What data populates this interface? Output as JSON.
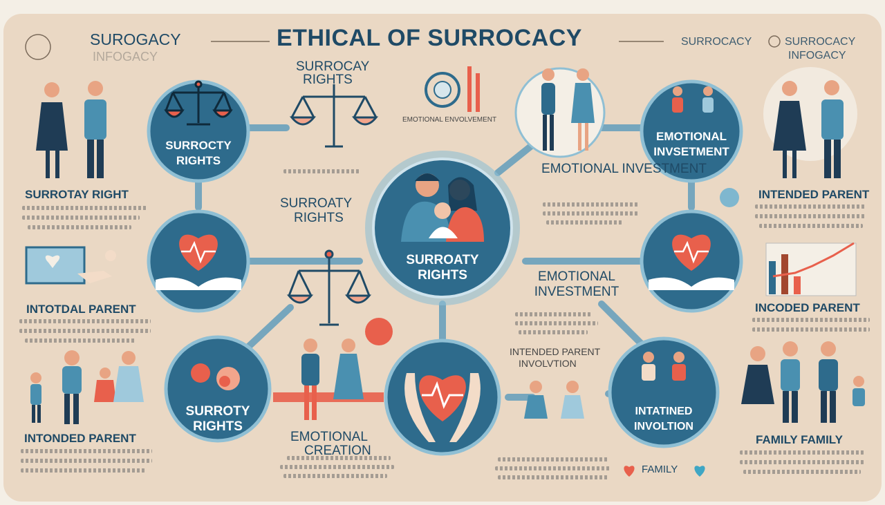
{
  "header": {
    "left_title_line1": "SUROGACY",
    "left_title_line2": "INFOGACY",
    "main_title": "ETHICAL OF SURROCACY",
    "right_label": "SURROCACY",
    "right_title_line1": "SURROCACY",
    "right_title_line2": "INFOGACY"
  },
  "nodes": {
    "left_top_circle": "SURROCTY RIGHTS",
    "scale_top_label_line1": "SURROCAY",
    "scale_top_label_line2": "RIGHTS",
    "emotional_envolvement": "EMOTIONAL ENVOLVEMENT",
    "surrotay_right": "SURROTAY RIGHT",
    "surroaty_rights_mid_line1": "SURROATY",
    "surroaty_rights_mid_line2": "RIGHTS",
    "center_circle": "SURROATY RIGHTS",
    "emotional_investment_top": "EMOTIONAL INVESTMENT",
    "right_top_circle": "EMOTIONAL INVSETMENT",
    "intended_parent_right": "INTENDED PARENT",
    "intotdal_parent": "INTOTDAL PARENT",
    "emotional_investment_mid": "EMOTIONAL INVESTMENT",
    "incoded_parent": "INCODED PARENT",
    "surroty_rights_bottom": "SURROTY RIGHTS",
    "emotional_creation_line1": "EMOTIONAL",
    "emotional_creation_line2": "CREATION",
    "intended_parent_involution_line1": "INTENDED PARENT",
    "intended_parent_involution_line2": "INVOLVTION",
    "intatined_involtion": "INTATINED INVOLTION",
    "intonded_parent": "INTONDED PARENT",
    "family": "FAMILY",
    "family_family": "FAMILY FAMILY"
  },
  "icons": [
    "balance-scale-icon",
    "heart-in-hands-icon",
    "family-icon",
    "couple-icon",
    "heart-icon",
    "bar-chart-icon",
    "handshake-icon",
    "baby-icon"
  ],
  "colors": {
    "background": "#ead8c4",
    "teal_circle": "#2e6b8c",
    "circle_ring": "#8fbfd4",
    "connector": "#76a6bd",
    "accent_red": "#e8604c",
    "navy_text": "#1f4a66"
  }
}
